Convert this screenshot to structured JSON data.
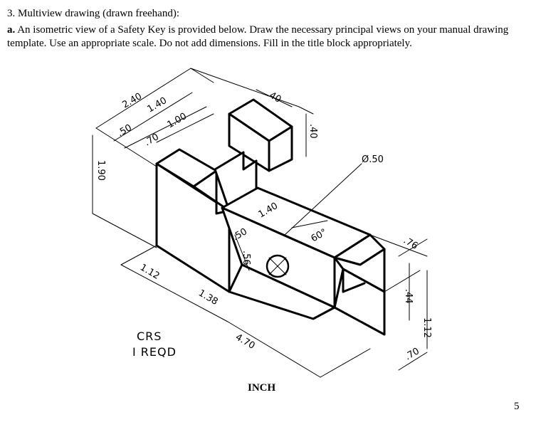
{
  "problem": {
    "heading": "3. Multiview drawing (drawn freehand):",
    "part_label": "a.",
    "instruction": "An isometric view of a Safety Key is provided below. Draw the necessary principal views on your manual drawing template. Use an appropriate scale. Do not add dimensions. Fill in the title block appropriately."
  },
  "drawing": {
    "dimensions": {
      "overall_width": "2.40",
      "step_1": "1.40",
      "step_2": "1.00",
      "step_3": ".50",
      "step_4": ".70",
      "top_width": ".40",
      "top_height": ".40",
      "overall_height": "1.90",
      "hole_diameter": "Ø.50",
      "length_1": "1.40",
      "length_2": ".50",
      "hole_offset": ".56",
      "angle": "60°",
      "tip_1": ".76",
      "tip_2": ".44",
      "tip_3": ".70",
      "tip_height": "1.12",
      "base_1": "1.12",
      "base_2": "1.38",
      "overall_length": "4.70"
    },
    "notes": {
      "line1": "CRS",
      "line2": "I REQD"
    }
  },
  "footer": {
    "unit": "INCH",
    "page_number": "5"
  }
}
